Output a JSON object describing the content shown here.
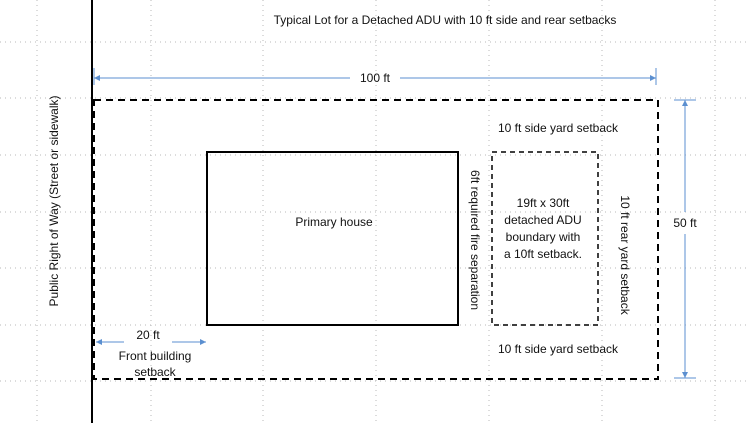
{
  "title": "Typical Lot for a Detached ADU with 10 ft side and rear setbacks",
  "right_of_way_label": "Public Right of Way (Street or sidewalk)",
  "dimensions": {
    "lot_width": "100 ft",
    "lot_depth": "50 ft",
    "front_setback_value": "20 ft"
  },
  "labels": {
    "front_setback_line1": "Front building",
    "front_setback_line2": "setback",
    "side_setback_top": "10 ft  side yard setback",
    "side_setback_bottom": "10 ft  side yard setback",
    "rear_setback": "10 ft  rear yard setback",
    "fire_separation": "6ft required fire separation",
    "primary_house": "Primary house",
    "adu_line1": "19ft x 30ft",
    "adu_line2": "detached ADU",
    "adu_line3": "boundary with",
    "adu_line4": "a 10ft setback."
  },
  "colors": {
    "dimension_line": "#5b8fd0",
    "grid_dots": "#b8b8b8",
    "outline": "#000000"
  }
}
